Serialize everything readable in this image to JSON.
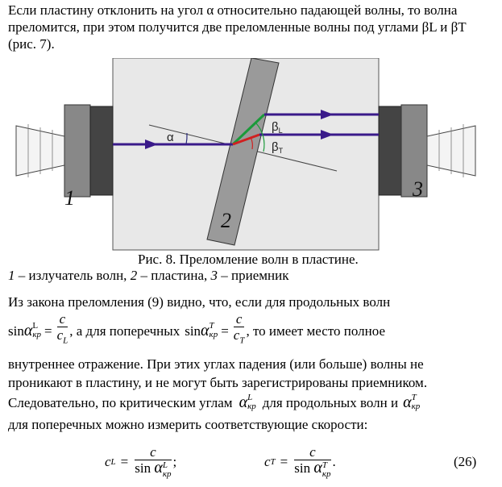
{
  "intro": {
    "line1": "Если пластину отклонить на угол α относительно падающей волны, то волна",
    "line2": "преломится, при этом получится две преломленные волны под углами βL и βT",
    "line3": "(рис. 7)."
  },
  "figure": {
    "label_emitter": "1",
    "label_plate": "2",
    "label_receiver": "3",
    "label_alpha": "α",
    "label_beta_l": "β",
    "label_beta_l_sub": "L",
    "label_beta_t": "β",
    "label_beta_t_sub": "T",
    "colors": {
      "beam": "#3a1a8a",
      "green": "#1a9a3a",
      "red": "#d02020",
      "plate": "#9a9a9a",
      "box": "#e8e8e8"
    }
  },
  "caption": {
    "title": "Рис. 8. Преломление волн в пластине.",
    "legend_1_num": "1",
    "legend_1_text": " – излучатель волн, ",
    "legend_2_num": "2",
    "legend_2_text": " – пластина, ",
    "legend_3_num": "3",
    "legend_3_text": " – приемник"
  },
  "body": {
    "p1": "Из закона преломления (9) видно, что, если для продольных волн",
    "sin": "sin",
    "alpha": "α",
    "sup_L": "L",
    "sup_T": "T",
    "sub_kr": "кр",
    "eq": "=",
    "c": "c",
    "c_L_base": "c",
    "c_L_sub": "L",
    "c_T_base": "c",
    "c_T_sub": "T",
    "mid_text": ", а для поперечных",
    "end_text": ", то имеет место полное",
    "p2": "внутреннее отражение. При этих углах падения (или больше) волны не",
    "p3": "проникают в пластину, и не могут быть зарегистрированы приемником.",
    "p4a": "Следовательно, по критическим углам",
    "p4b": "для продольных волн и",
    "p5": "для поперечных можно измерить соответствующие скорости:",
    "semicolon": ";",
    "period": ".",
    "eq_number": "(26)"
  }
}
